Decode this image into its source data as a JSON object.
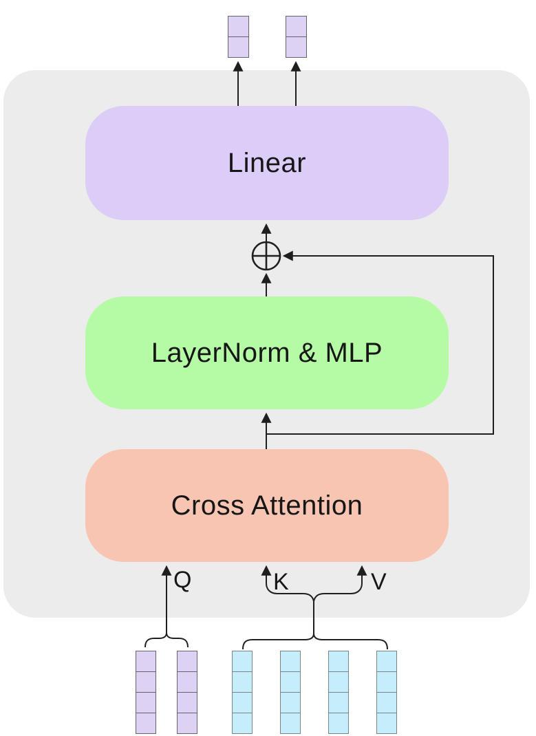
{
  "diagram": {
    "blocks": {
      "linear": {
        "label": "Linear",
        "color": "#dccdf8"
      },
      "layernorm": {
        "label": "LayerNorm & MLP",
        "color": "#b5fba5"
      },
      "cross": {
        "label": "Cross Attention",
        "color": "#f8c5b3"
      }
    },
    "input_labels": {
      "query": "Q",
      "key": "K",
      "value": "V"
    },
    "container_color": "#ececec",
    "line_color": "#1f1f1f",
    "tokens": {
      "output": {
        "count": 2,
        "cells": 2,
        "fill": "#ded2f4",
        "border": "#66606f"
      },
      "query": {
        "count": 2,
        "cells": 4,
        "fill": "#ded2f4",
        "border": "#66606f"
      },
      "key_value": {
        "count": 4,
        "cells": 4,
        "fill": "#c5eefa",
        "border": "#76848c"
      }
    }
  }
}
